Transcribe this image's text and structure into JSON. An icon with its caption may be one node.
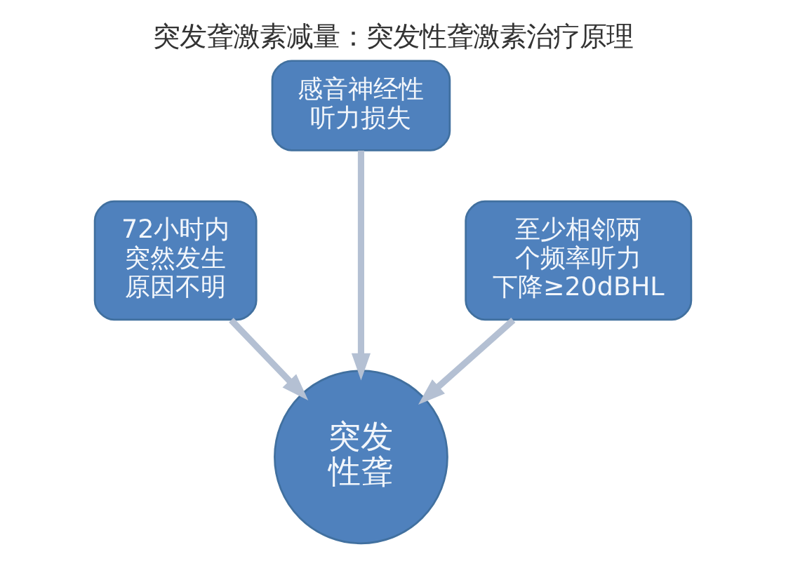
{
  "diagram": {
    "title": "突发聋激素减量：突发性聋激素治疗原理",
    "nodes": [
      {
        "text": [
          "感音神经性听力损失"
        ]
      },
      {
        "text": [
          "72小时内突然发生原因不明"
        ]
      },
      {
        "text": [
          "至少相邻两个频率听力下降≥20dBHL"
        ]
      },
      {
        "text": [
          "突发性聋"
        ]
      }
    ],
    "edges": [
      {
        "from": 0,
        "to": 3,
        "arrow": "to"
      },
      {
        "from": 1,
        "to": 3,
        "arrow": "to"
      },
      {
        "from": 2,
        "to": 3,
        "arrow": "to"
      }
    ]
  }
}
